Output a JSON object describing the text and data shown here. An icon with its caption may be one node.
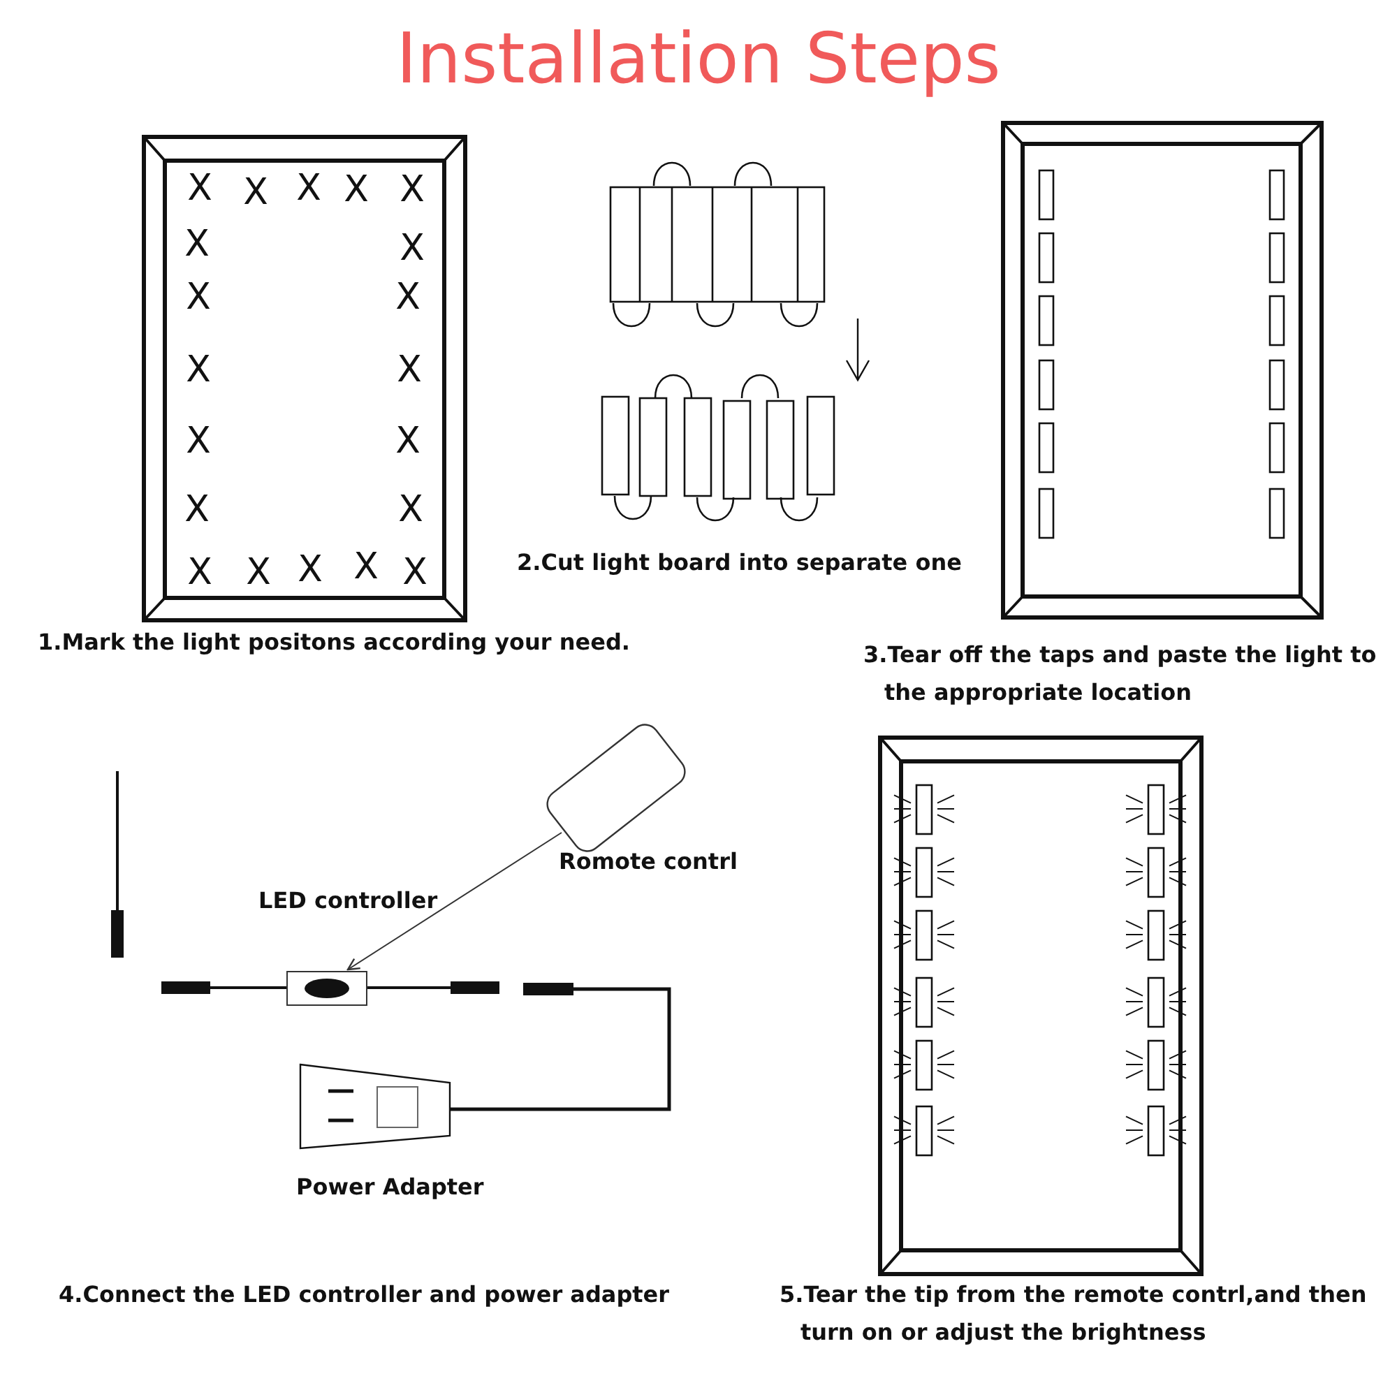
{
  "diagram": {
    "title": "Installation Steps",
    "nodes": [
      {
        "text": [],
        "shape": "box",
        "beside": [
          "Romote contrl"
        ]
      },
      {
        "text": [],
        "shape": "box",
        "beside": [
          "LED controller"
        ]
      }
    ],
    "edges": [
      {
        "from": 0,
        "to": 1,
        "arrow": "to"
      }
    ],
    "labels": [
      "X",
      "X",
      "X",
      "X",
      "X",
      "X",
      "X",
      "X",
      "X",
      "X",
      "X",
      "X",
      "X",
      "X",
      "X",
      "X",
      "X",
      "X",
      "X",
      "X",
      "1.Mark the light positons according your need.",
      "2.Cut light board into separate one",
      "3.Tear off the taps and paste the light to the appropriate location",
      "4.Connect the LED controller and power adapter",
      "5.Tear the tip from the remote contrl,and then turn on or adjust the brightness",
      "Power Adapter"
    ]
  }
}
